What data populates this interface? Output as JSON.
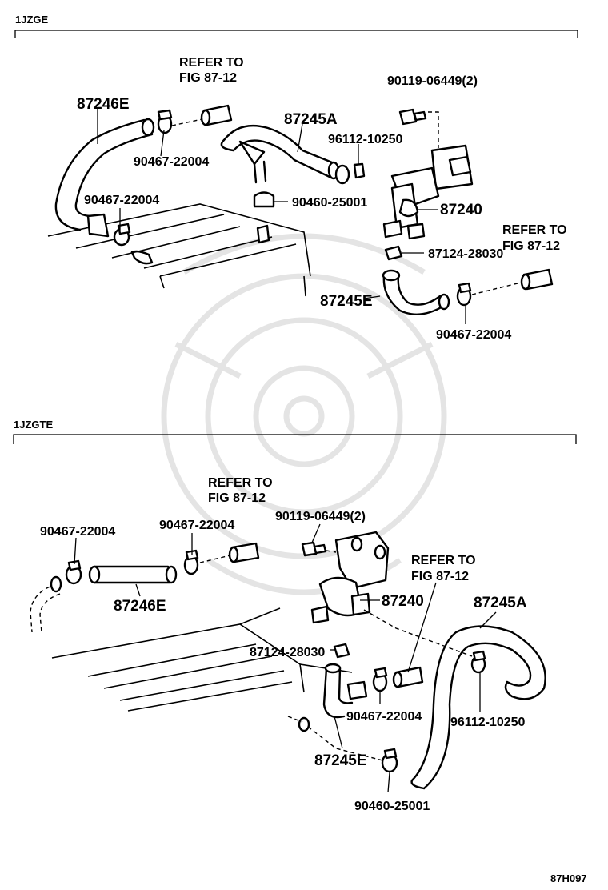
{
  "sections": [
    {
      "title": "1JZGE",
      "labels": {
        "refer1": [
          "REFER TO",
          "FIG 87-12"
        ],
        "p87246E": "87246E",
        "p90467a": "90467-22004",
        "p90467b": "90467-22004",
        "p87245A": "87245A",
        "p90119": "90119-06449(2)",
        "p96112": "96112-10250",
        "p90460": "90460-25001",
        "p87240": "87240",
        "refer2": [
          "REFER TO",
          "FIG 87-12"
        ],
        "p87124": "87124-28030",
        "p87245E": "87245E",
        "p90467c": "90467-22004"
      }
    },
    {
      "title": "1JZGTE",
      "labels": {
        "refer1": [
          "REFER TO",
          "FIG 87-12"
        ],
        "p90467a": "90467-22004",
        "p90467b": "90467-22004",
        "p90119": "90119-06449(2)",
        "p87246E": "87246E",
        "p87240": "87240",
        "refer2": [
          "REFER TO",
          "FIG 87-12"
        ],
        "p87245A": "87245A",
        "p87124": "87124-28030",
        "p90467c": "90467-22004",
        "p96112": "96112-10250",
        "p87245E": "87245E",
        "p90460": "90460-25001"
      }
    }
  ],
  "figure_id": "87H097"
}
